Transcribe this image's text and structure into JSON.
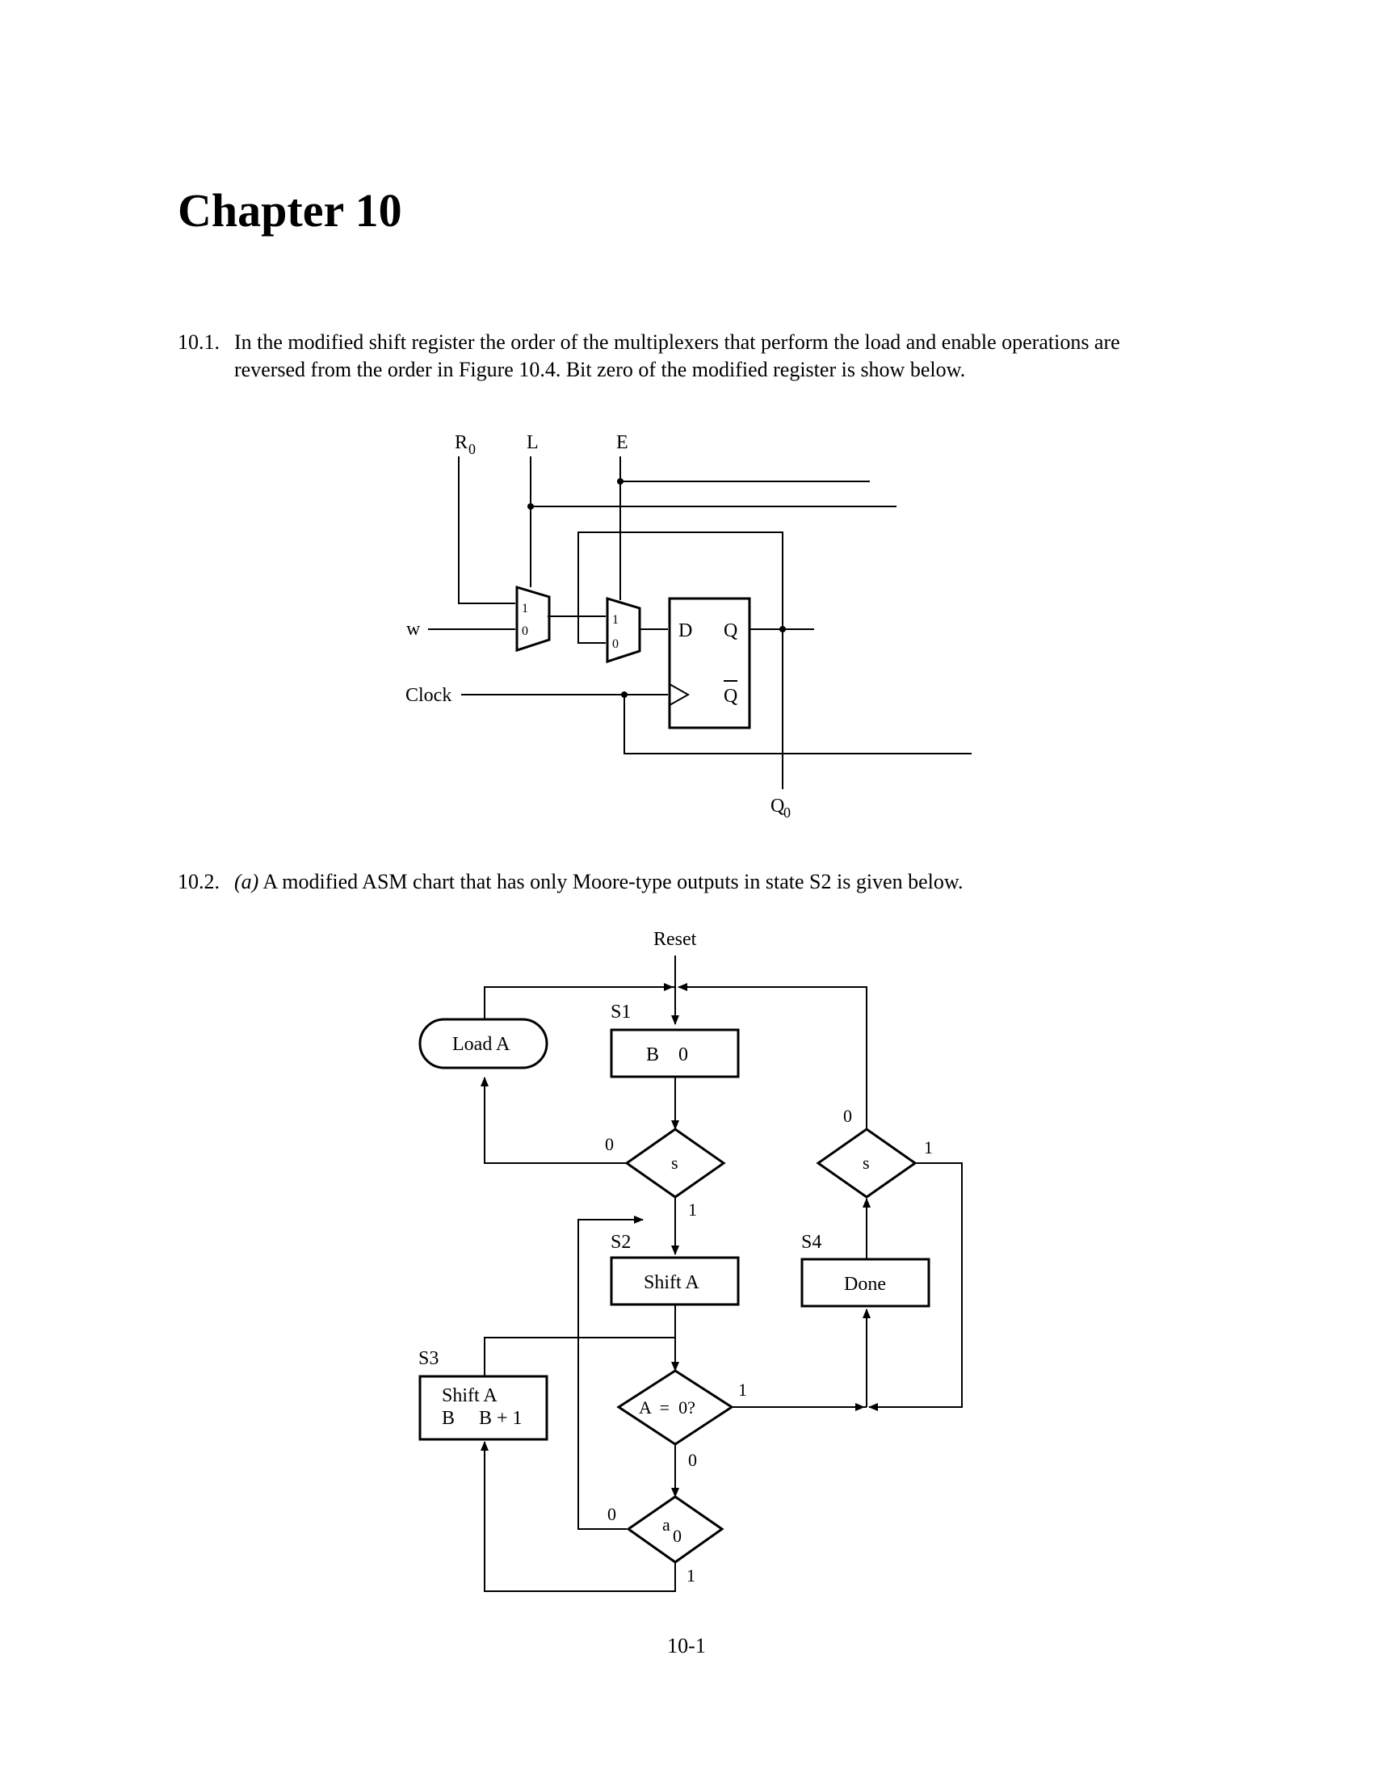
{
  "chapter_title": "Chapter 10",
  "p1": {
    "number": "10.1.",
    "line1": "In the modified shift register the order of the multiplexers that perform the load and enable operations are",
    "line2": "reversed from the order in Figure 10.4. Bit zero of the modified register is show below."
  },
  "circuit": {
    "r0_label": "R",
    "r0_sub": "0",
    "l_label": "L",
    "e_label": "E",
    "w_label": "w",
    "clock_label": "Clock",
    "q0_label": "Q",
    "q0_sub": "0",
    "mux1_in1": "1",
    "mux1_in0": "0",
    "mux2_in1": "1",
    "mux2_in0": "0",
    "ff_d": "D",
    "ff_q": "Q",
    "ff_qbar": "Q"
  },
  "p2": {
    "number": "10.2.",
    "part": "(a)",
    "text": "A modified ASM chart that has only Moore-type outputs in state S2 is given below."
  },
  "asm": {
    "reset_label": "Reset",
    "s1_label": "S1",
    "s1_box": "B    0",
    "load_a": "Load A",
    "s_decision_left": "s",
    "s_decision_right": "s",
    "zero_left": "0",
    "one_left": "1",
    "zero_right": "0",
    "one_right": "1",
    "s2_label": "S2",
    "s2_box": "Shift A",
    "s4_label": "S4",
    "s4_box": "Done",
    "s3_label": "S3",
    "s3_line1": "Shift A",
    "s3_line2": "B     B + 1",
    "a_eq_0": "A  =  0?",
    "a_eq_0_one": "1",
    "a_eq_0_zero": "0",
    "a0": "a",
    "a0_sub": "0",
    "a0_zero": "0",
    "a0_one": "1"
  },
  "page_number": "10-1"
}
